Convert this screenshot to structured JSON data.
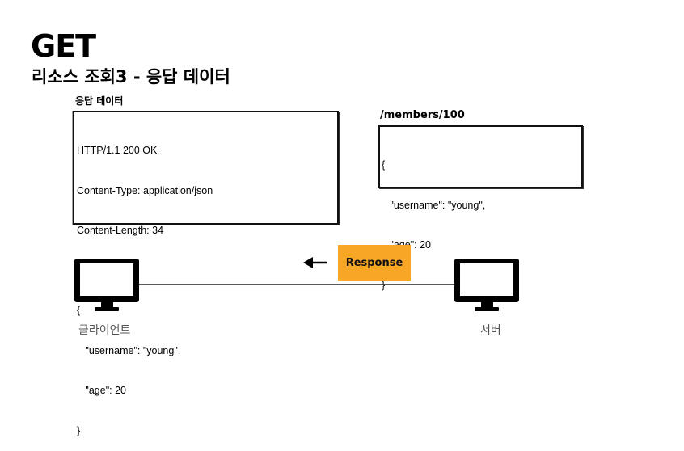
{
  "slide": {
    "title": "GET",
    "subtitle": "리소스 조회3 - 응답 데이터"
  },
  "response_panel": {
    "label": "응답 데이터",
    "lines": [
      "HTTP/1.1 200 OK",
      "Content-Type: application/json",
      "Content-Length: 34",
      "",
      "{",
      "   \"username\": \"young\",",
      "   \"age\": 20",
      "}"
    ]
  },
  "resource_panel": {
    "label": "/members/100",
    "lines": [
      "{",
      "   \"username\": \"young\",",
      "   \"age\": 20",
      "}"
    ]
  },
  "flow": {
    "badge_label": "Response",
    "badge_color": "#f7a626",
    "arrow_direction": "left"
  },
  "client": {
    "label": "클라이언트",
    "icon": "monitor-icon"
  },
  "server": {
    "label": "서버",
    "icon": "monitor-icon"
  }
}
